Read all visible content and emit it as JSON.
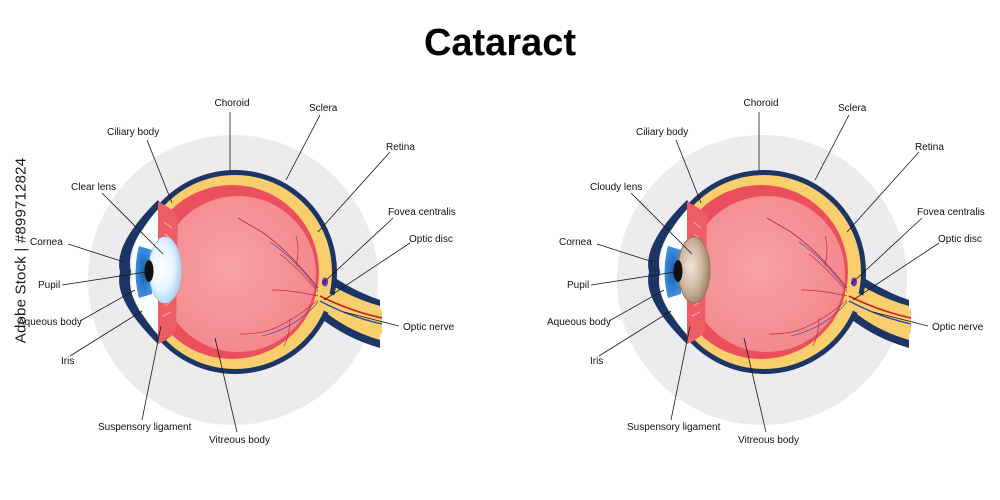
{
  "title": "Cataract",
  "credit": "Adobe Stock | #899712824",
  "colors": {
    "outer": "#1d3566",
    "sclera": "#f9cf6e",
    "choroid": "#ec4f5c",
    "vitreous": "#f48a90",
    "halo": "#ececee",
    "clear_lens": "#dff1fd",
    "cloudy_lens": "#c8b29a",
    "iris": "#2d7fd3",
    "fovea": "#6a2fd1"
  },
  "left_eye": {
    "labels": {
      "choroid": "Choroid",
      "sclera": "Sclera",
      "ciliary_body": "Ciliary body",
      "retina": "Retina",
      "lens": "Clear lens",
      "fovea_centralis": "Fovea centralis",
      "cornea": "Cornea",
      "optic_disc": "Optic disc",
      "pupil": "Pupil",
      "aqueous_body": "Aqueous body",
      "optic_nerve": "Optic nerve",
      "iris": "Iris",
      "suspensory_ligament": "Suspensory ligament",
      "vitreous_body": "Vitreous body"
    }
  },
  "right_eye": {
    "labels": {
      "choroid": "Choroid",
      "sclera": "Sclera",
      "ciliary_body": "Ciliary body",
      "retina": "Retina",
      "lens": "Cloudy lens",
      "fovea_centralis": "Fovea centralis",
      "cornea": "Cornea",
      "optic_disc": "Optic disc",
      "pupil": "Pupil",
      "aqueous_body": "Aqueous body",
      "optic_nerve": "Optic nerve",
      "iris": "Iris",
      "suspensory_ligament": "Suspensory ligament",
      "vitreous_body": "Vitreous body"
    }
  }
}
